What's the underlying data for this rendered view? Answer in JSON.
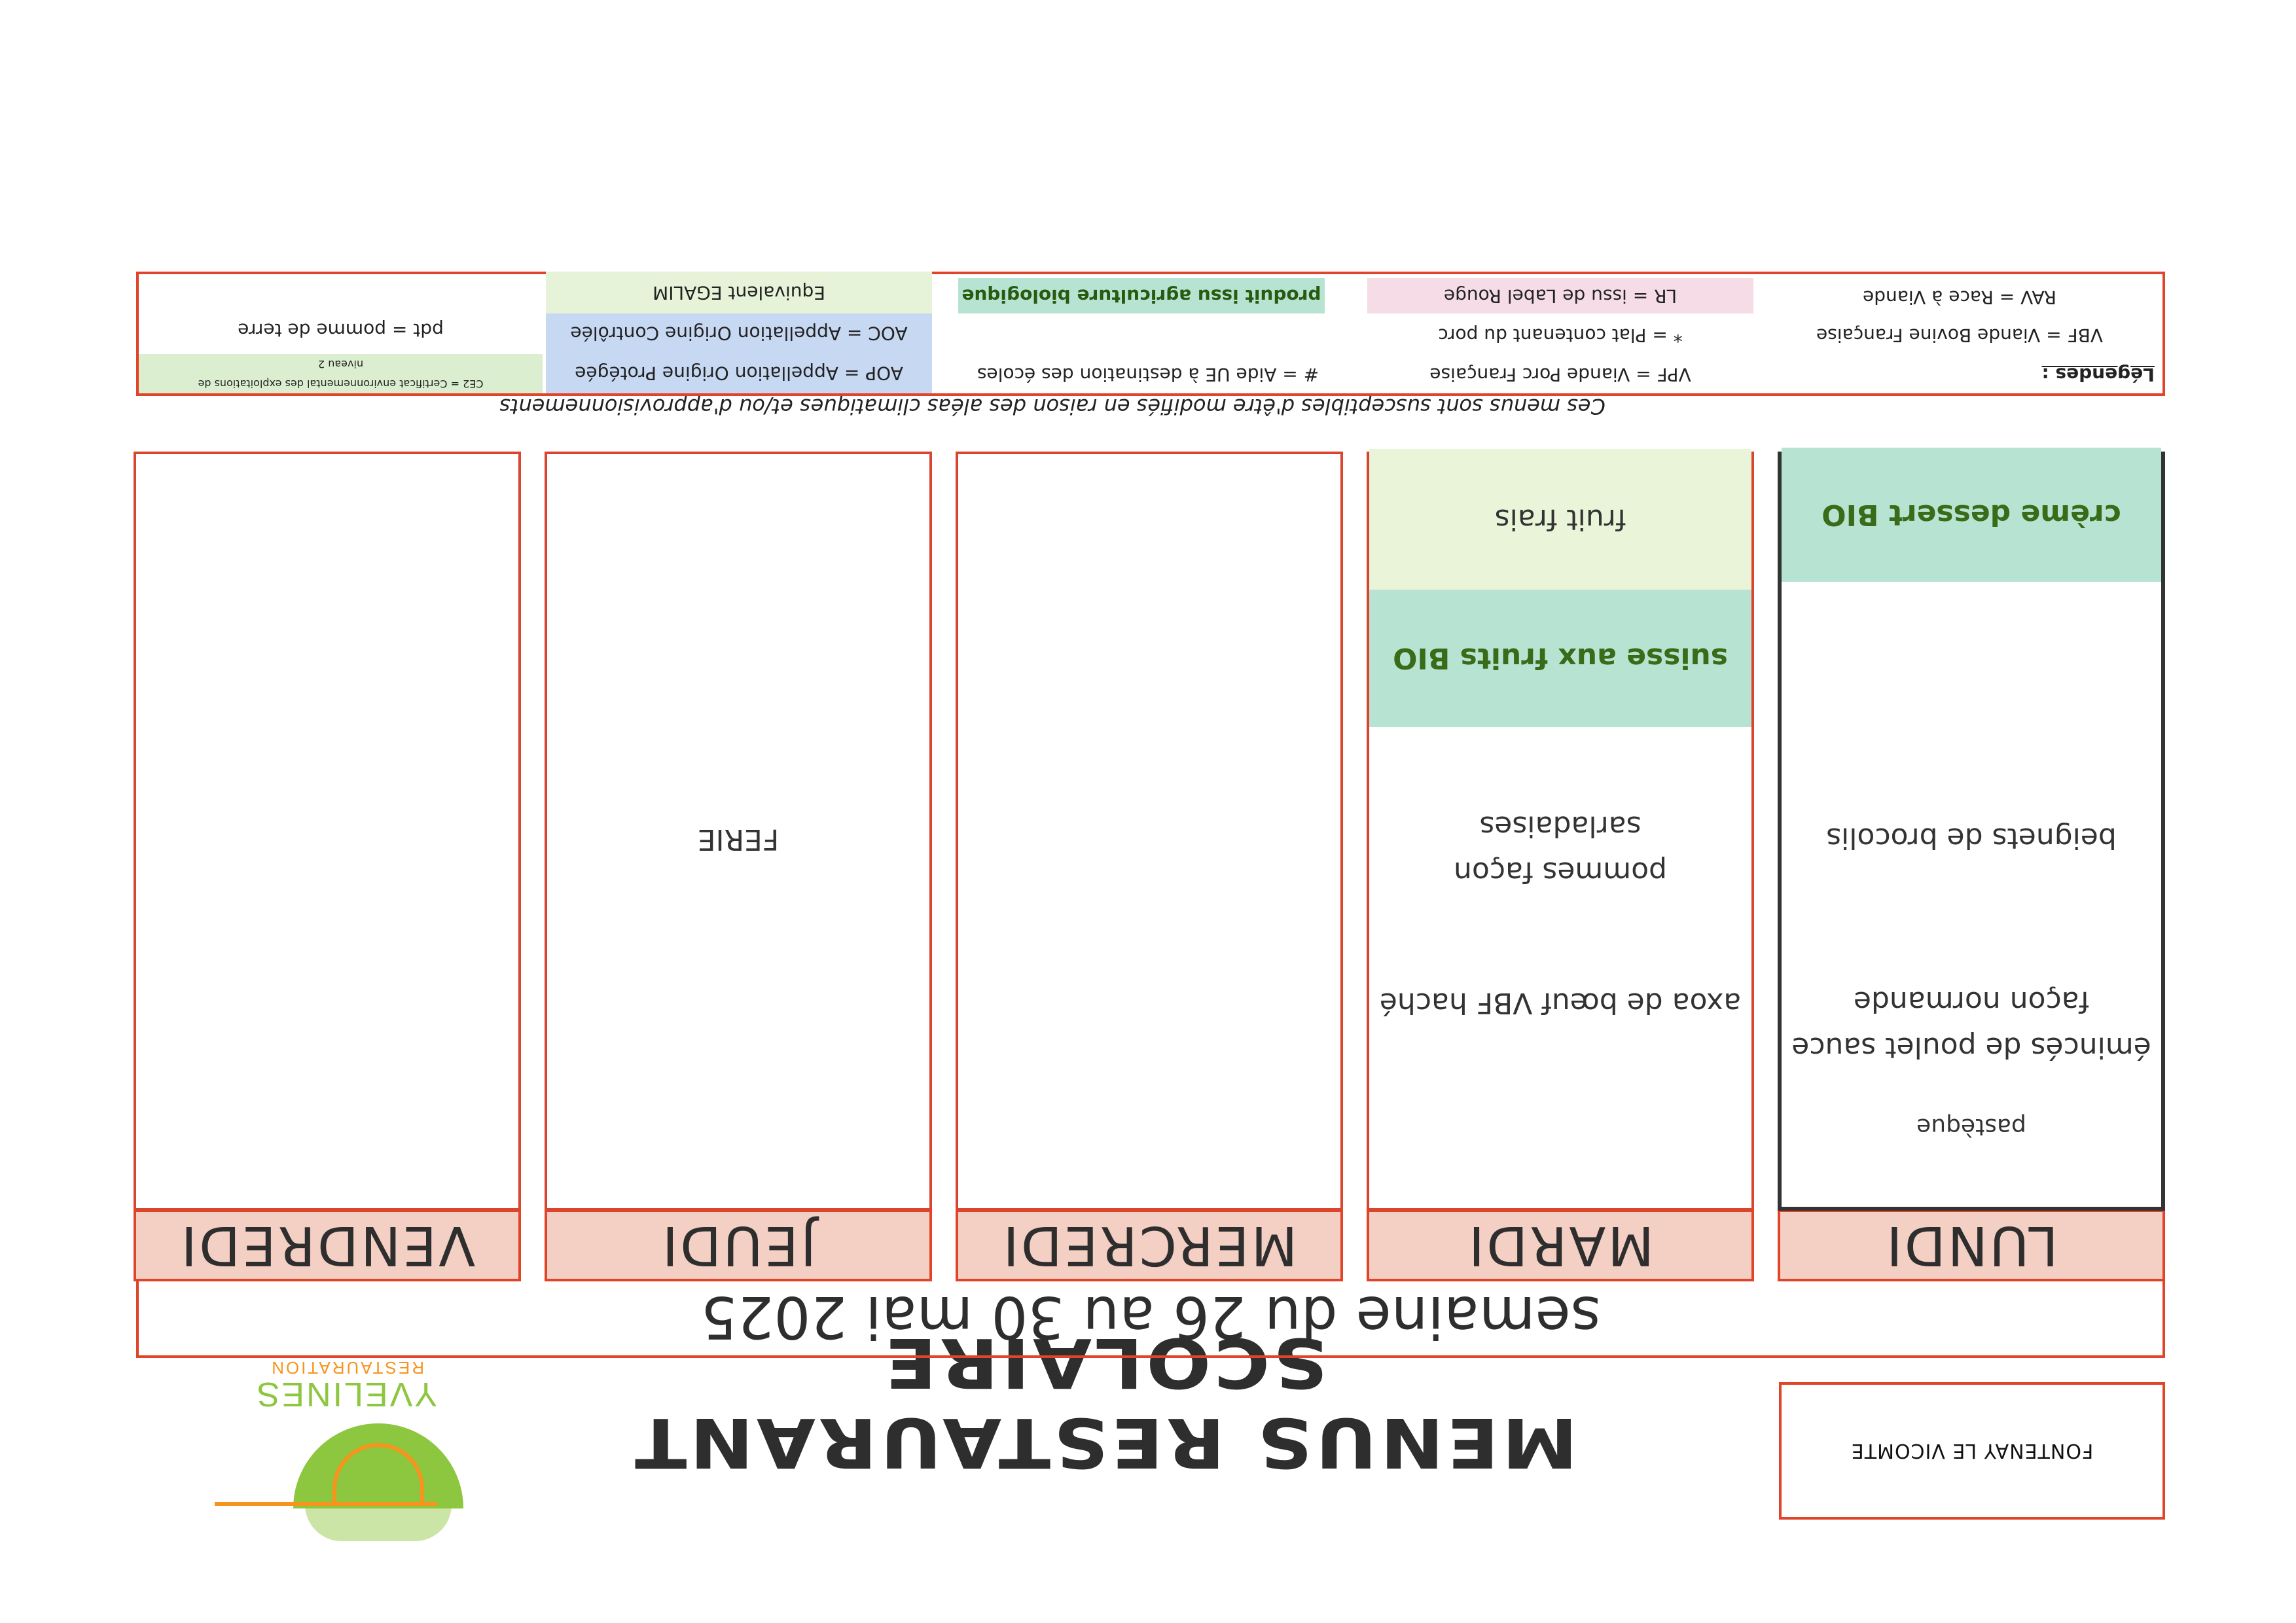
{
  "header": {
    "school": "FONTENAY LE VICOMTE",
    "title": "MENUS RESTAURANT SCOLAIRE",
    "logo_name": "YVELINES",
    "logo_sub": "RESTAURATION",
    "week": "semaine du 26 au 30 mai 2025"
  },
  "days": [
    {
      "name": "LUNDI",
      "starter": "pastèque",
      "main_line1": "émincés de poulet sauce",
      "main_line2": "façon normande",
      "side": "beignets de brocolis",
      "dessert": "crème dessert BIO"
    },
    {
      "name": "MARDI",
      "main": "axoa de bœuf VBF haché",
      "side_line1": "pommes façon",
      "side_line2": "sarladaises",
      "dairy": "suisse aux fruits BIO",
      "dessert": "fruit frais"
    },
    {
      "name": "MERCREDI"
    },
    {
      "name": "JEUDI",
      "note": "FERIE"
    },
    {
      "name": "VENDREDI"
    }
  ],
  "notice": "Ces menus sont susceptibles d'être modifiés en raison des aléas climatiques et/ou d'approvisionnements",
  "legend": {
    "title": "Légendes :",
    "vbf": "VBF = Viande Bovine Française",
    "rav": "RAV = Race à Viande",
    "vpf": "VPF = Viande Porc Française",
    "pork": "* = Plat contenant du porc",
    "lr": "LR = issu de Label Rouge",
    "aide": "# = Aide UE à destination des écoles",
    "bio": "produit issu agriculture biologique",
    "aop": "AOP = Appellation Origine Protégée",
    "aoc": "AOC = Appellation Origine Contrôlée",
    "egalim": "Equivalent EGALIM",
    "cee": "CE2 = Certificat environnemental des exploitations de",
    "cee_level": "niveau 2",
    "pdt": "pdt = pomme de terre"
  }
}
